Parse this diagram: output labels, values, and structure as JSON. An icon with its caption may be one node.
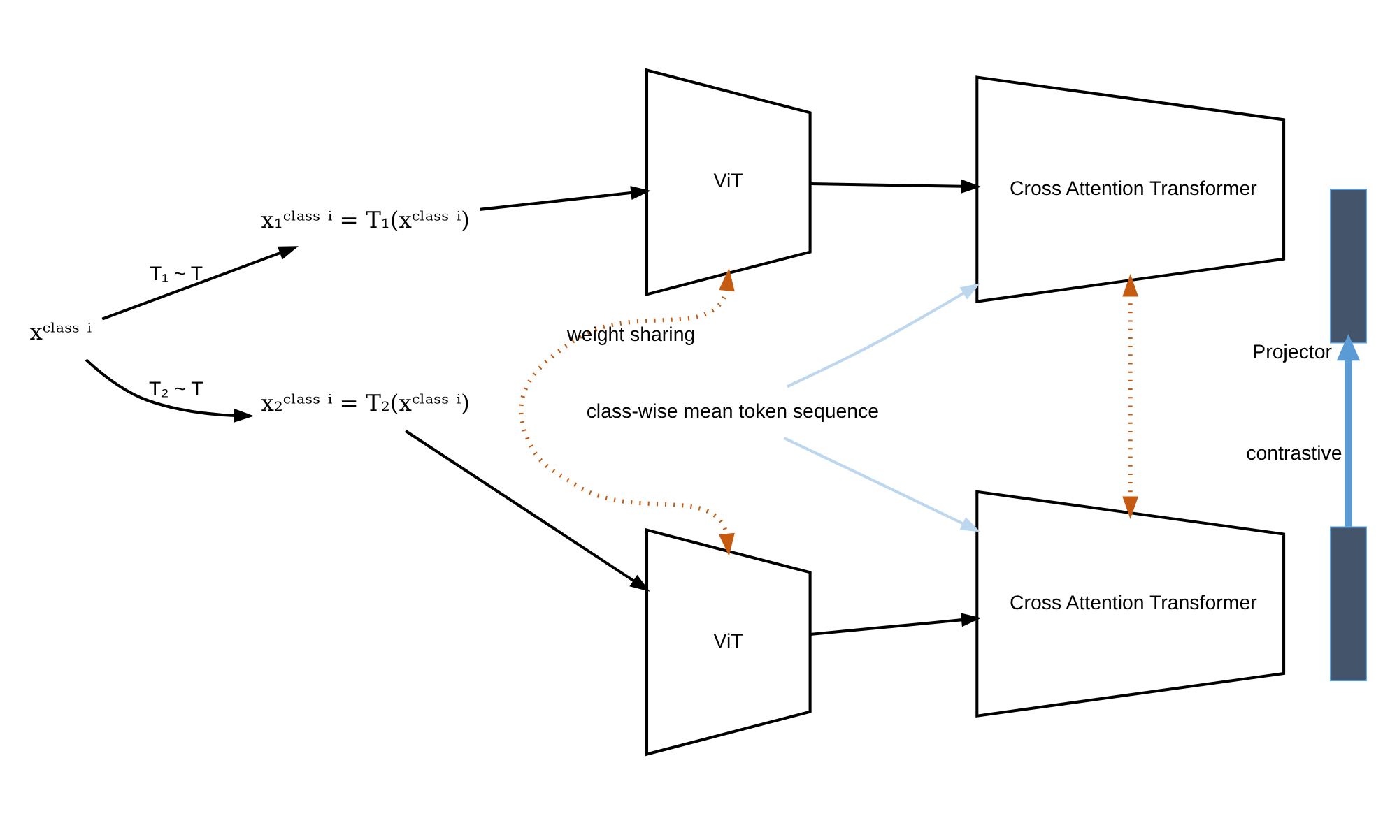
{
  "diagram": {
    "nodes": [
      {
        "text": [
          "xᶜˡᵃˢˢ ⁱ"
        ]
      },
      {
        "text": [
          "x₁ᶜˡᵃˢˢ ⁱ = T₁(xᶜˡᵃˢˢ ⁱ)"
        ]
      },
      {
        "text": [
          "x₂ᶜˡᵃˢˢ ⁱ = T₂(xᶜˡᵃˢˢ ⁱ)"
        ]
      },
      {
        "text": [
          "ViT"
        ]
      },
      {
        "text": [
          "ViT"
        ]
      },
      {
        "text": [
          "class-wise mean token sequence"
        ]
      },
      {
        "text": [
          "Cross Attention Transformer"
        ]
      },
      {
        "text": [
          "Cross Attention Transformer"
        ]
      },
      {
        "text": [
          "Projector"
        ]
      },
      {
        "text": [],
        "shape": "bar"
      }
    ],
    "edges": [
      {
        "from": 0,
        "to": 1,
        "arrow": "to",
        "label": "T₁ ~ T"
      },
      {
        "from": 0,
        "to": 2,
        "arrow": "to",
        "label": "T₂ ~ T"
      },
      {
        "from": 1,
        "to": 3,
        "arrow": "to"
      },
      {
        "from": 2,
        "to": 4,
        "arrow": "to"
      },
      {
        "from": 3,
        "to": 6,
        "arrow": "to"
      },
      {
        "from": 4,
        "to": 7,
        "arrow": "to"
      },
      {
        "from": 5,
        "to": 6,
        "arrow": "to",
        "color": "#bdd7ee"
      },
      {
        "from": 5,
        "to": 7,
        "arrow": "to",
        "color": "#bdd7ee"
      },
      {
        "from": 3,
        "to": 4,
        "arrow": "both",
        "label": "weight sharing",
        "style": "dashed",
        "color": "#c55a11"
      },
      {
        "from": 6,
        "to": 7,
        "arrow": "both",
        "style": "dashed",
        "color": "#c55a11"
      },
      {
        "from": 9,
        "to": 8,
        "arrow": "to",
        "label": "contrastive",
        "style": "thick",
        "color": "#5b9bd5"
      }
    ]
  }
}
